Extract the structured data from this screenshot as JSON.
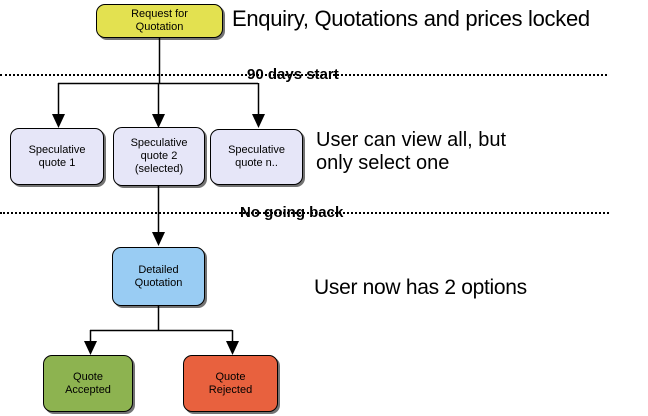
{
  "canvas": {
    "background": "#ffffff",
    "line_color": "#000000"
  },
  "nodes": {
    "request_for_quotation": {
      "label": "Request for\nQuotation",
      "fill": "#e3e150"
    },
    "speculative_quote_1": {
      "label": "Speculative\nquote 1",
      "fill": "#e6e6f8"
    },
    "speculative_quote_2": {
      "label": "Speculative\nquote 2\n(selected)",
      "fill": "#e6e6f8"
    },
    "speculative_quote_n": {
      "label": "Speculative\nquote n..",
      "fill": "#e6e6f8"
    },
    "detailed_quotation": {
      "label": "Detailed\nQuotation",
      "fill": "#99ccf3"
    },
    "quote_accepted": {
      "label": "Quote\nAccepted",
      "fill": "#8db350"
    },
    "quote_rejected": {
      "label": "Quote\nRejected",
      "fill": "#e8613e"
    }
  },
  "annotations": {
    "enquiry": "Enquiry, Quotations and prices locked",
    "days_start": "90 days start",
    "view_all_line1": "User can view all, but",
    "view_all_line2": "only select one",
    "no_going_back": "No going back",
    "two_options": "User now has 2 options"
  }
}
